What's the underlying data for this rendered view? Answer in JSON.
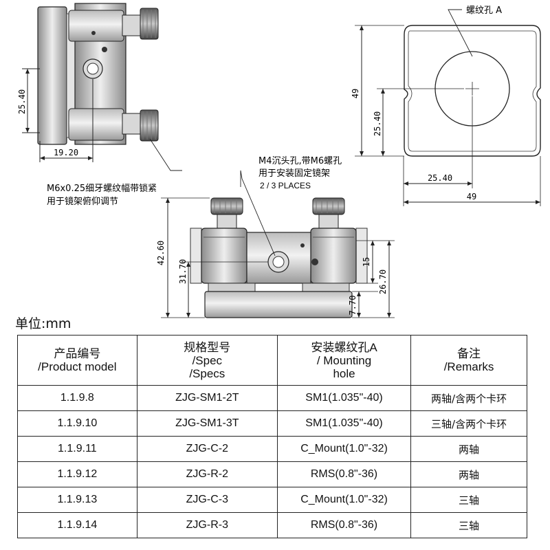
{
  "drawing": {
    "top_view": {
      "dim_height": "25.40",
      "dim_width": "19.20",
      "screw_note_line1": "M6x0.25细牙螺纹幅带锁紧",
      "screw_note_line2": "用于镜架俯仰调节"
    },
    "plate_view": {
      "hole_label": "螺纹孔 A",
      "dim_height_total": "49",
      "dim_height_center": "25.40",
      "dim_width_center": "25.40",
      "dim_width_total": "49"
    },
    "front_view": {
      "mount_note_line1": "M4沉头孔,带M6螺孔",
      "mount_note_line2": "用于安装固定镜架",
      "mount_note_line3": "2 / 3 PLACES",
      "dim_total_height": "42.60",
      "dim_center_height": "31.70",
      "dim_block": "15",
      "dim_right_height": "26.70",
      "dim_base": "7.70"
    }
  },
  "unit_label": "单位:mm",
  "table": {
    "headers": [
      [
        "产品编号",
        "/Product  model"
      ],
      [
        "规格型号",
        "/Spec",
        "/Specs"
      ],
      [
        "安装螺纹孔A",
        "/ Mounting",
        "hole"
      ],
      [
        "备注",
        "/Remarks"
      ]
    ],
    "rows": [
      [
        "1.1.9.8",
        "ZJG-SM1-2T",
        "SM1(1.035\"-40)",
        "两轴/含两个卡环"
      ],
      [
        "1.1.9.10",
        "ZJG-SM1-3T",
        "SM1(1.035\"-40)",
        "三轴/含两个卡环"
      ],
      [
        "1.1.9.11",
        "ZJG-C-2",
        "C_Mount(1.0\"-32)",
        "两轴"
      ],
      [
        "1.1.9.12",
        "ZJG-R-2",
        "RMS(0.8\"-36)",
        "两轴"
      ],
      [
        "1.1.9.13",
        "ZJG-C-3",
        "C_Mount(1.0\"-32)",
        "三轴"
      ],
      [
        "1.1.9.14",
        "ZJG-R-3",
        "RMS(0.8\"-36)",
        "三轴"
      ]
    ]
  }
}
